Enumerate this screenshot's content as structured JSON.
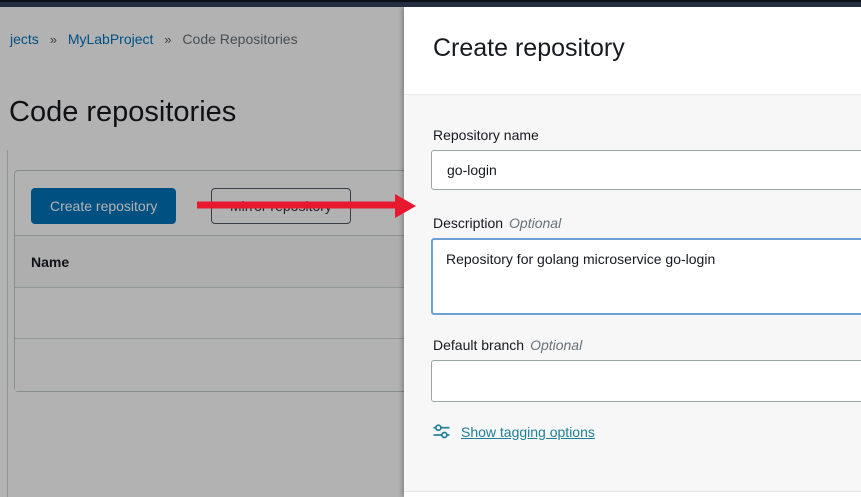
{
  "breadcrumb": {
    "separator": "»",
    "items": [
      {
        "label": "jects"
      },
      {
        "label": "MyLabProject"
      },
      {
        "label": "Code Repositories"
      }
    ]
  },
  "page": {
    "title": "Code repositories"
  },
  "toolbar": {
    "create_button": "Create repository",
    "mirror_button": "Mirror repository"
  },
  "table": {
    "columns": [
      "Name"
    ],
    "empty_rows": 2
  },
  "panel": {
    "title": "Create repository",
    "fields": [
      {
        "label": "Repository name",
        "value": "go-login"
      },
      {
        "label": "Description",
        "optional_text": "Optional",
        "value": "Repository for golang microservice go-login"
      },
      {
        "label": "Default branch",
        "optional_text": "Optional",
        "value": ""
      }
    ],
    "tagging_link": "Show tagging options"
  },
  "icons": {
    "tagging": "sliders-icon",
    "breadcrumb_separator": "double-chevron"
  },
  "colors": {
    "topbar": "#232f3e",
    "link": "#0073bb",
    "primary_button_bg": "#0073bb",
    "primary_button_text": "#ffffff",
    "secondary_button_border": "#545b64",
    "heading_text": "#16191f",
    "muted_text": "#687078",
    "focus_border": "#6e9fd6",
    "tagging_link": "#1f7e98",
    "annotation_arrow": "#e8192e",
    "panel_body_bg": "#f7f7f7",
    "dim_overlay": "rgba(0,0,0,0.30)"
  }
}
